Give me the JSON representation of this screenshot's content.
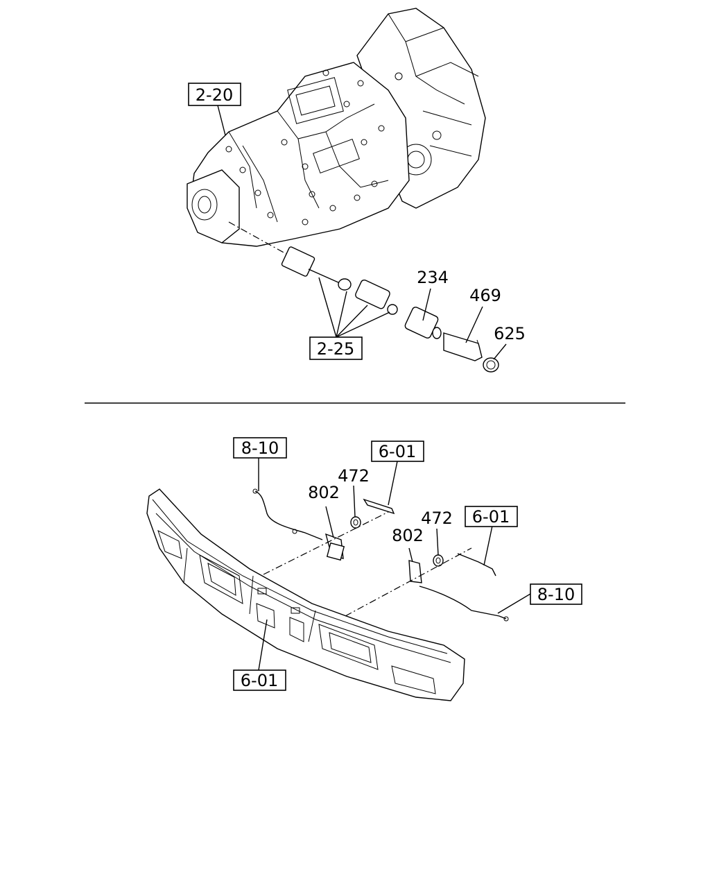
{
  "top_section": {
    "refs": {
      "transmission": "2-20",
      "speedo_gear": "2-25"
    },
    "parts": {
      "sensor": "234",
      "bracket": "469",
      "cap": "625"
    }
  },
  "bottom_section": {
    "refs": {
      "harness_left": "8-10",
      "bracket_left": "6-01",
      "bracket_right": "6-01",
      "harness_right": "8-10",
      "bumper": "6-01"
    },
    "parts": {
      "nut_left": "472",
      "sensor_left": "802",
      "nut_right": "472",
      "sensor_right": "802"
    }
  }
}
